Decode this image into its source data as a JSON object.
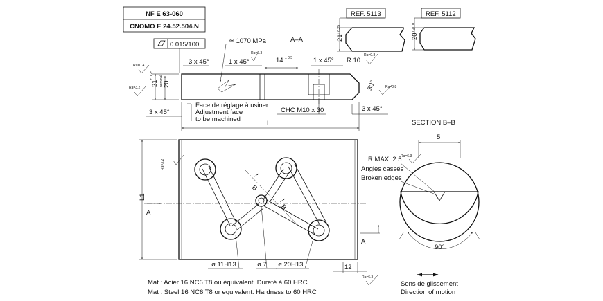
{
  "standards": {
    "nf": "NF E 63-060",
    "cnomo": "CNOMO E 24.52.504.N"
  },
  "references": {
    "ref1": "REF. 5113",
    "ref2": "REF. 5112"
  },
  "tolerances": {
    "flatness": "0.015/100",
    "h21_ref": "21",
    "h21_tol": "± 0.25",
    "h20_ref": "20",
    "h20_tol": "0 -0.01",
    "h21_main": "21",
    "h21_main_tol": "± 0.25",
    "h20_main": "20",
    "h20_main_note": "nominal"
  },
  "section_aa": "A–A",
  "hardness_note": "≃ 1070 MPa",
  "chamfers": {
    "c1": "3 x 45°",
    "c2": "1 x 45°",
    "c3": "1 x 45°",
    "c4": "3 x 45°",
    "c5": "3 x 45°"
  },
  "dims": {
    "d14": "14",
    "d14_tol": "± 0.5",
    "r10": "R 10",
    "a30": "30°",
    "length": "L",
    "width": "L1",
    "d12": "12",
    "d5": "5",
    "d90": "90°"
  },
  "screw": "CHC M10 x 30",
  "adjust": {
    "fr": "Face de réglage à usiner",
    "en1": "Adjustment face",
    "en2": "to be machined"
  },
  "rough": {
    "r04": "Ra=0.4",
    "r32": "Ra=3.2",
    "r63": "Ra=6.3",
    "r08": "Ra=0.8"
  },
  "section_bb": {
    "title": "SECTION B–B",
    "rmax": "R MAXI 2.5",
    "fr": "Angles cassés",
    "en": "Broken edges"
  },
  "labels": {
    "a": "A",
    "b": "B"
  },
  "holes": {
    "h1": "ø 11H13",
    "h2": "ø 7",
    "h3": "ø 20H13"
  },
  "material": {
    "fr": "Mat : Acier 16 NC6 T8 ou équivalent. Dureté à 60 HRC",
    "en": "Mat : Steel 16 NC6 T8 or equivalent. Hardness to 60 HRC"
  },
  "motion": {
    "fr": "Sens de glissement",
    "en": "Direction of motion"
  }
}
